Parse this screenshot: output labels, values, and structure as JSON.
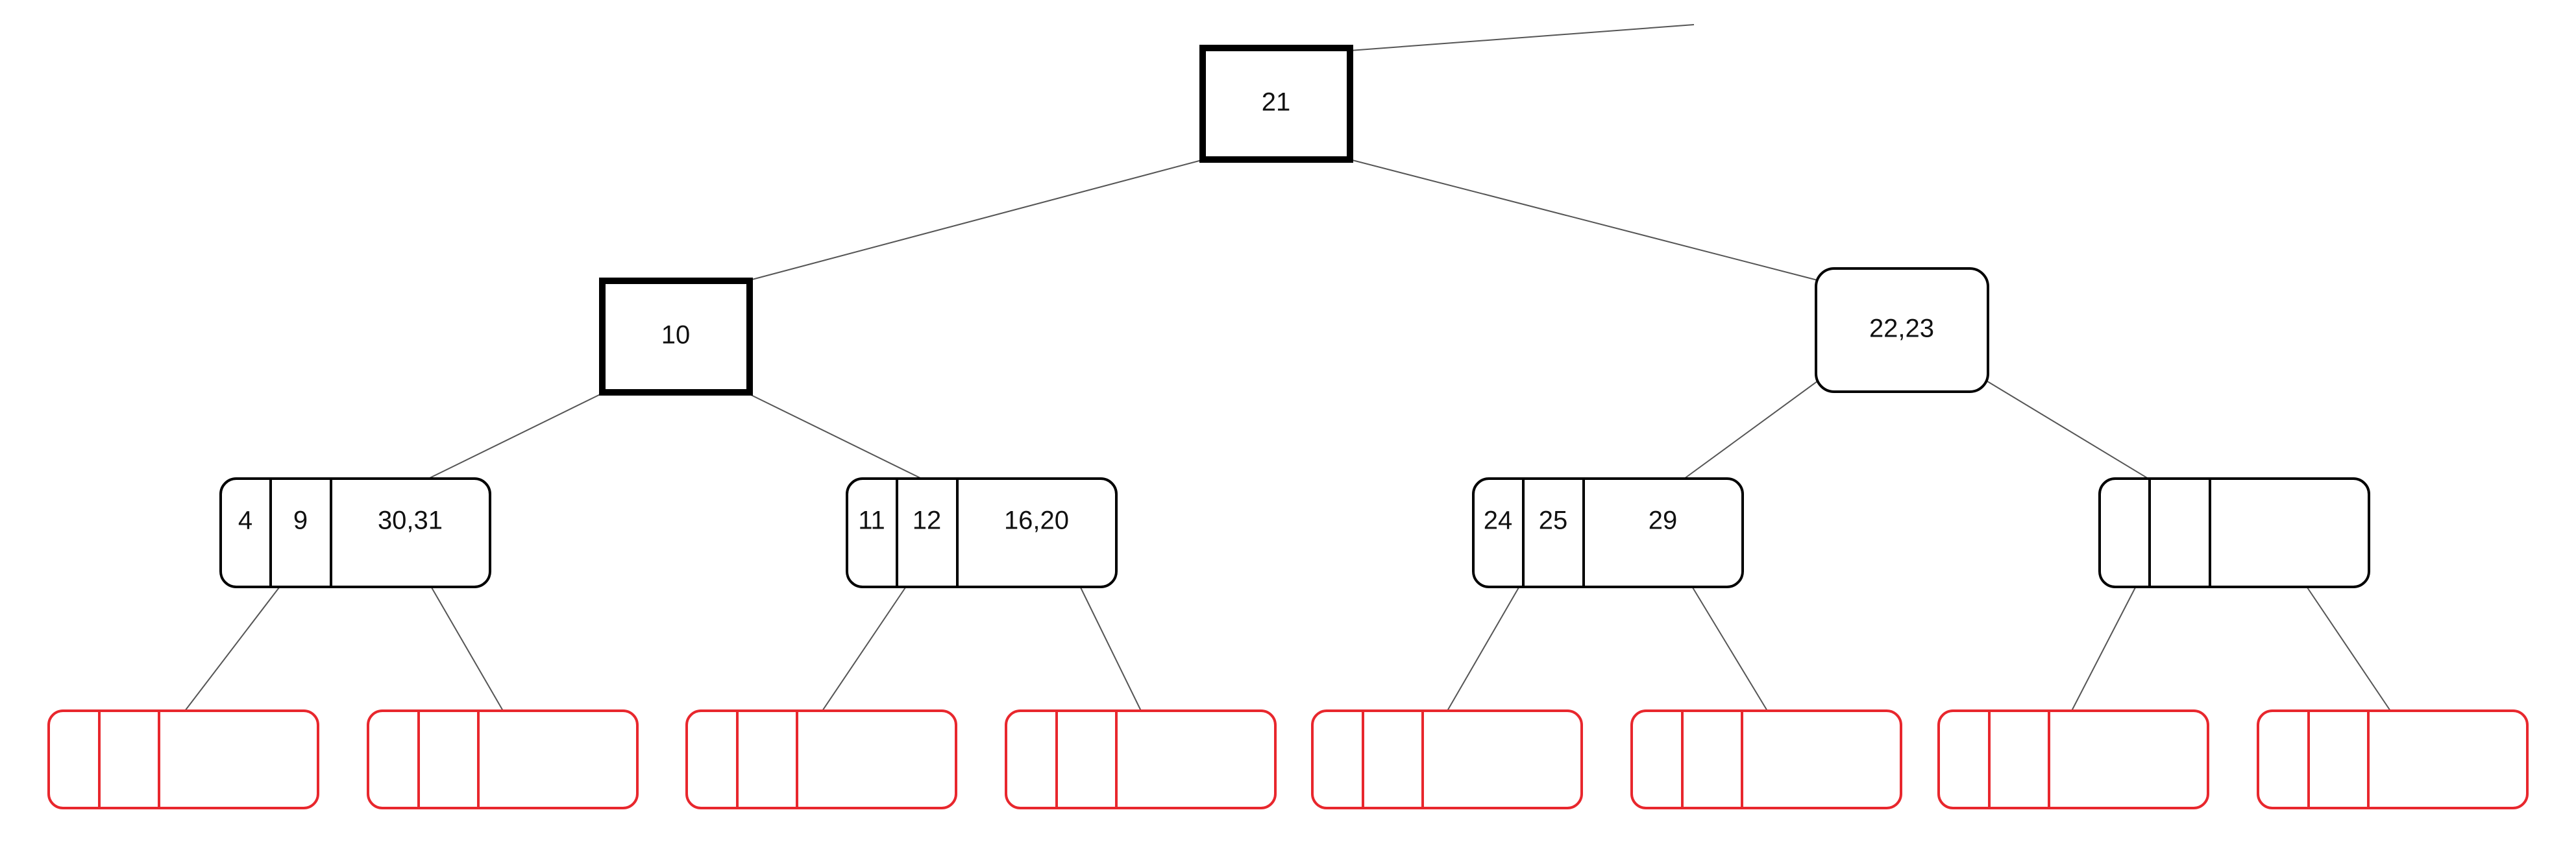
{
  "colors": {
    "background": "#ffffff",
    "node_stroke": "#000000",
    "edge_stroke": "#555555",
    "empty_leaf_stroke": "#e8272d"
  },
  "tree": {
    "root": {
      "label": "21"
    },
    "left": {
      "label": "10"
    },
    "right": {
      "label": "22,23"
    },
    "level2": [
      {
        "cells": [
          "4",
          "9",
          "30,31"
        ]
      },
      {
        "cells": [
          "11",
          "12",
          "16,20"
        ]
      },
      {
        "cells": [
          "24",
          "25",
          "29"
        ]
      },
      {
        "cells": [
          "",
          "",
          ""
        ]
      }
    ],
    "leaves_count_label": ""
  }
}
